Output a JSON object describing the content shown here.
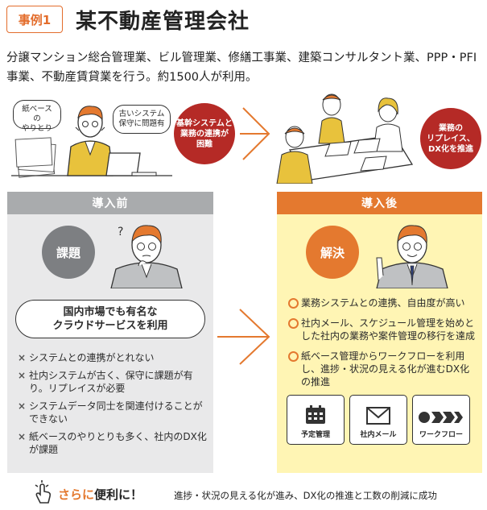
{
  "header": {
    "case_label": "事例1",
    "company": "某不動産管理会社",
    "description": "分譲マンション総合管理業、ビル管理業、修繕工事業、建築コンサルタント業、PPP・PFI事業、不動産賃貸業を行う。約1500人が利用。"
  },
  "illustration": {
    "bubble_paper": "紙ベースの\nやりとり",
    "bubble_old_system": "古いシステム\n保守に問題有",
    "circle_before": "基幹システムと\n業務の連携が\n困難",
    "circle_after": "業務の\nリプレイス、\nDX化を推進"
  },
  "before": {
    "heading": "導入前",
    "tag": "課題",
    "service": "国内市場でも有名な\nクラウドサービスを利用",
    "issues": [
      "システムとの連携がとれない",
      "社内システムが古く、保守に課題が有り。リプレイスが必要",
      "システムデータ同士を関連付けることができない",
      "紙ベースのやりとりも多く、社内のDX化が課題"
    ]
  },
  "after": {
    "heading": "導入後",
    "tag": "解決",
    "solutions": [
      "業務システムとの連携、自由度が高い",
      "社内メール、スケジュール管理を始めとした社内の業務や案件管理の移行を達成",
      "紙ベース管理からワークフローを利用し、進捗・状況の見える化が進むDX化の推進"
    ],
    "features": [
      {
        "label": "予定管理",
        "icon": "calendar-icon"
      },
      {
        "label": "社内メール",
        "icon": "mail-icon"
      },
      {
        "label": "ワークフロー",
        "icon": "workflow-arrows-icon"
      }
    ]
  },
  "footer": {
    "title_prefix": "さらに",
    "title_suffix": "便利に！",
    "text": "進捗・状況の見える化が進み、DX化の推進と工数の削減に成功"
  },
  "colors": {
    "accent_orange": "#e4792f",
    "accent_red": "#b52a26",
    "before_bg": "#e9e9ea",
    "after_bg": "#fff5b4"
  }
}
